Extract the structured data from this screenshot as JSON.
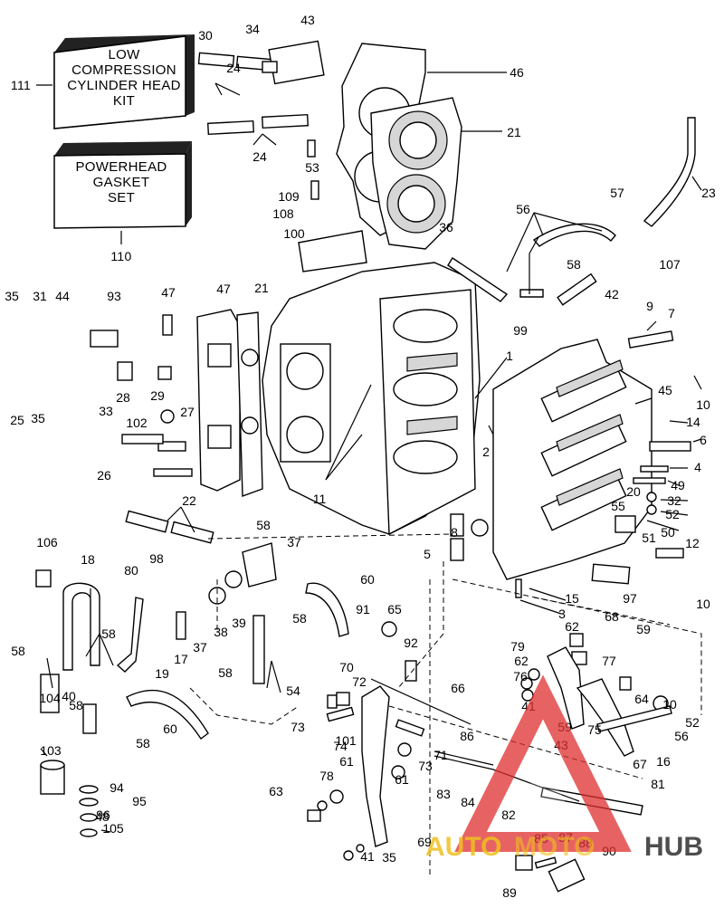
{
  "kits": {
    "low_compression": {
      "lines": [
        "LOW",
        "COMPRESSION",
        "CYLINDER HEAD",
        "KIT"
      ],
      "callout": "111"
    },
    "powerhead_gasket": {
      "lines": [
        "POWERHEAD",
        "GASKET",
        "SET"
      ],
      "callout": "110"
    }
  },
  "callouts": [
    "1",
    "2",
    "3",
    "4",
    "5",
    "6",
    "7",
    "8",
    "9",
    "10",
    "10",
    "10",
    "11",
    "12",
    "14",
    "15",
    "16",
    "17",
    "18",
    "19",
    "20",
    "21",
    "21",
    "22",
    "23",
    "24",
    "24",
    "25",
    "26",
    "27",
    "28",
    "29",
    "30",
    "31",
    "32",
    "33",
    "34",
    "35",
    "35",
    "35",
    "36",
    "37",
    "37",
    "38",
    "39",
    "40",
    "41",
    "41",
    "42",
    "43",
    "43",
    "44",
    "45",
    "46",
    "47",
    "47",
    "48",
    "49",
    "50",
    "51",
    "52",
    "52",
    "53",
    "54",
    "55",
    "56",
    "56",
    "57",
    "58",
    "58",
    "58",
    "58",
    "58",
    "58",
    "58",
    "58",
    "59",
    "59",
    "60",
    "60",
    "61",
    "61",
    "62",
    "62",
    "63",
    "64",
    "65",
    "66",
    "67",
    "68",
    "69",
    "70",
    "71",
    "72",
    "73",
    "73",
    "74",
    "75",
    "76",
    "77",
    "78",
    "79",
    "80",
    "81",
    "82",
    "83",
    "84",
    "85",
    "86",
    "87",
    "88",
    "89",
    "90",
    "91",
    "92",
    "93",
    "94",
    "95",
    "96",
    "97",
    "98",
    "99",
    "100",
    "101",
    "102",
    "103",
    "104",
    "105",
    "106",
    "107",
    "108",
    "109"
  ],
  "watermark": {
    "part1": "AUTO",
    "part2": "MOTO",
    "part3": "HUB",
    "color_primary": "#e03030",
    "color_secondary": "#f0c020",
    "color_dark": "#303030"
  }
}
